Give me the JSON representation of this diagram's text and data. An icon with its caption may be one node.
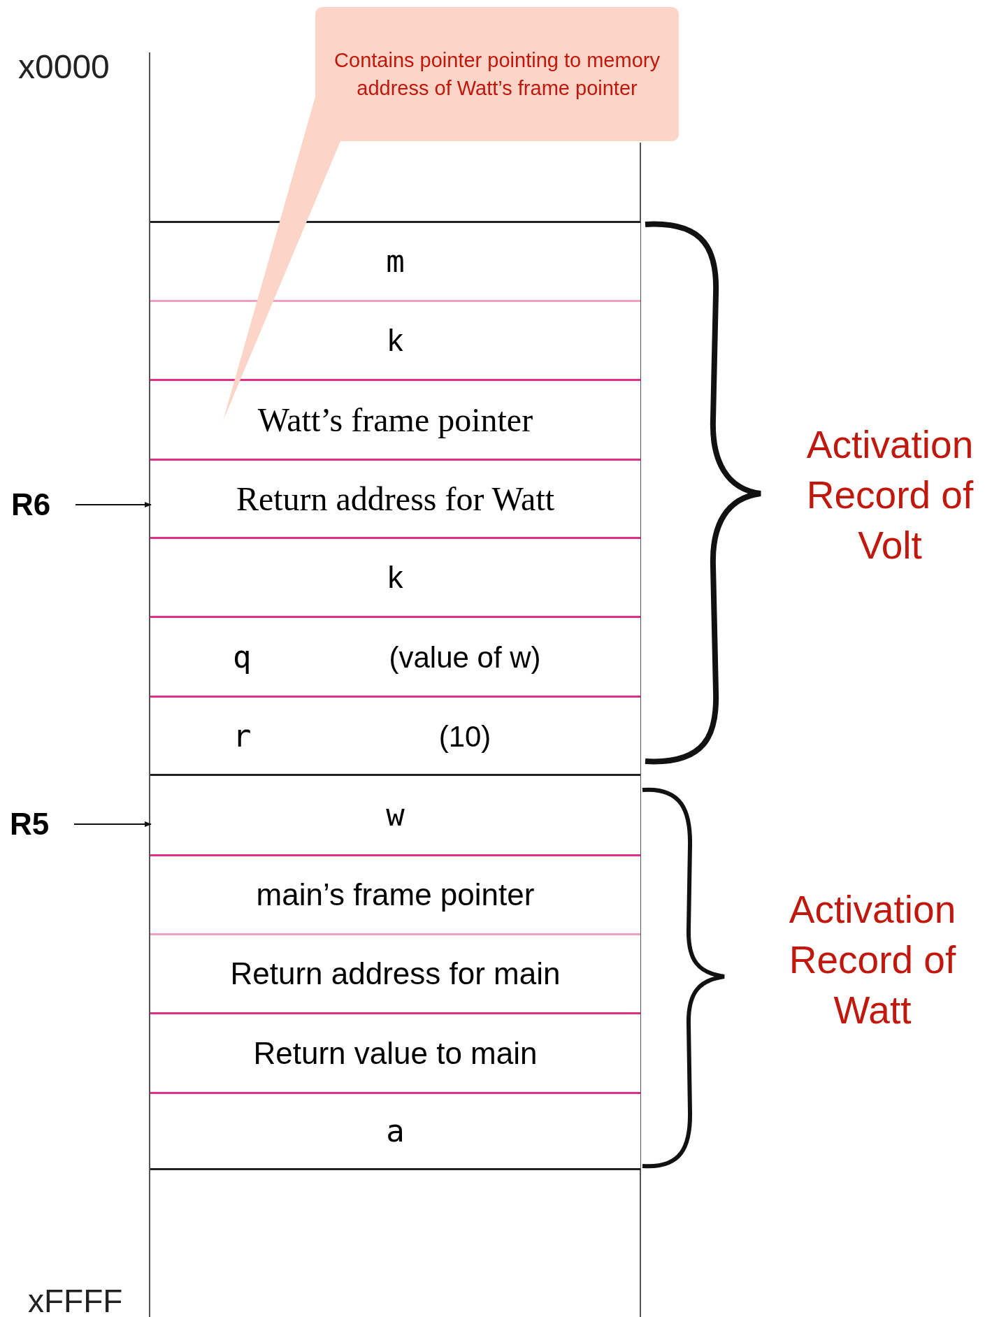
{
  "diagram": {
    "nodes": [
      {
        "text": [
          "Contains pointer pointing to memory address of Watt’s frame pointer"
        ]
      },
      {
        "text": [
          "m"
        ]
      },
      {
        "text": [
          "k"
        ]
      },
      {
        "text": [
          "Watt’s frame pointer"
        ]
      },
      {
        "text": [
          "Return address for Watt"
        ]
      },
      {
        "text": [
          "k"
        ]
      },
      {
        "text": [
          "q",
          "(value of w)"
        ]
      },
      {
        "text": [
          "r",
          "(10)"
        ]
      },
      {
        "text": [
          "w"
        ]
      },
      {
        "text": [
          "main’s frame pointer"
        ]
      },
      {
        "text": [
          "Return address for main"
        ]
      },
      {
        "text": [
          "Return value to main"
        ]
      },
      {
        "text": [
          "a"
        ]
      },
      {
        "text": [
          "R6"
        ]
      },
      {
        "text": [
          "R5"
        ]
      }
    ],
    "edges": [
      {
        "from": 0,
        "to": 3,
        "arrow": "none"
      },
      {
        "from": 13,
        "to": 4,
        "arrow": "to"
      },
      {
        "from": 14,
        "to": 8,
        "arrow": "to"
      }
    ],
    "labels": [
      "x0000",
      "Activation Record of Volt",
      "Activation Record of Watt",
      "xFFFF"
    ]
  }
}
